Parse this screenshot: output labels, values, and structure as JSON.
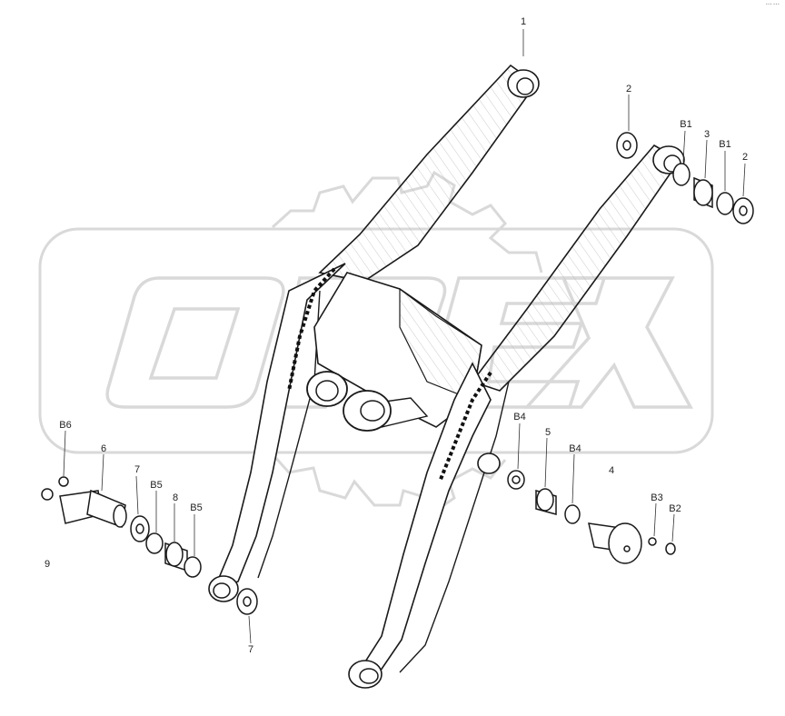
{
  "diagram": {
    "watermark": {
      "brand_text": "OPEX",
      "outline_color": "#d8d8d8",
      "fill_color": "#ffffff"
    },
    "line_color": "#1a1a1a",
    "hatch_color": "#9a9a9a",
    "corner_mark": "••• •••",
    "callouts": {
      "c1": "1",
      "c2a": "2",
      "c_b1a": "B1",
      "c3": "3",
      "c_b1b": "B1",
      "c2b": "2",
      "c_b4a": "B4",
      "c5": "5",
      "c_b4b": "B4",
      "c4": "4",
      "c_b3": "B3",
      "c_b2": "B2",
      "c_b6": "B6",
      "c6": "6",
      "c7a": "7",
      "c_b5a": "B5",
      "c8": "8",
      "c_b5b": "B5",
      "c9": "9",
      "c7b": "7"
    }
  }
}
